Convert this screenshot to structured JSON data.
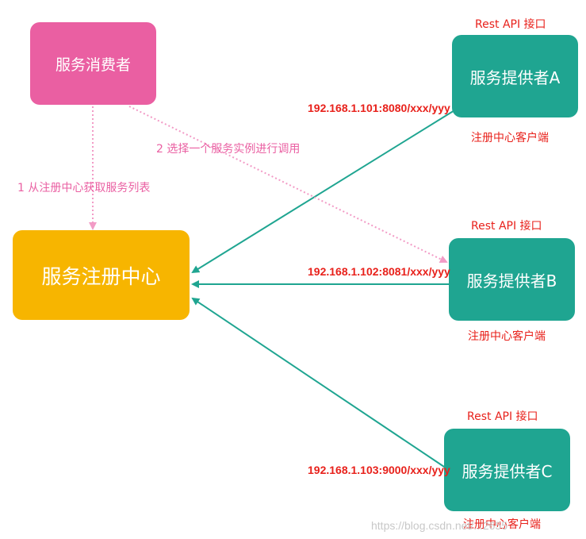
{
  "nodes": {
    "consumer": "服务消费者",
    "registry": "服务注册中心",
    "provider_a": "服务提供者A",
    "provider_b": "服务提供者B",
    "provider_c": "服务提供者C"
  },
  "labels": {
    "rest_api": "Rest API 接口",
    "client": "注册中心客户端",
    "ip_a": "192.168.1.101:8080/xxx/yyy",
    "ip_b": "192.168.1.102:8081/xxx/yyy",
    "ip_c": "192.168.1.103:9000/xxx/yyy",
    "step1": "1 从注册中心获取服务列表",
    "step2": "2 选择一个服务实例进行调用"
  },
  "watermark": "https://blog.csdn.net/...2655",
  "colors": {
    "consumer": "#ea5fa2",
    "registry": "#f7b500",
    "provider": "#1fa591",
    "label_red": "#e8211b",
    "dotted_arrow": "#ea5fa2"
  }
}
